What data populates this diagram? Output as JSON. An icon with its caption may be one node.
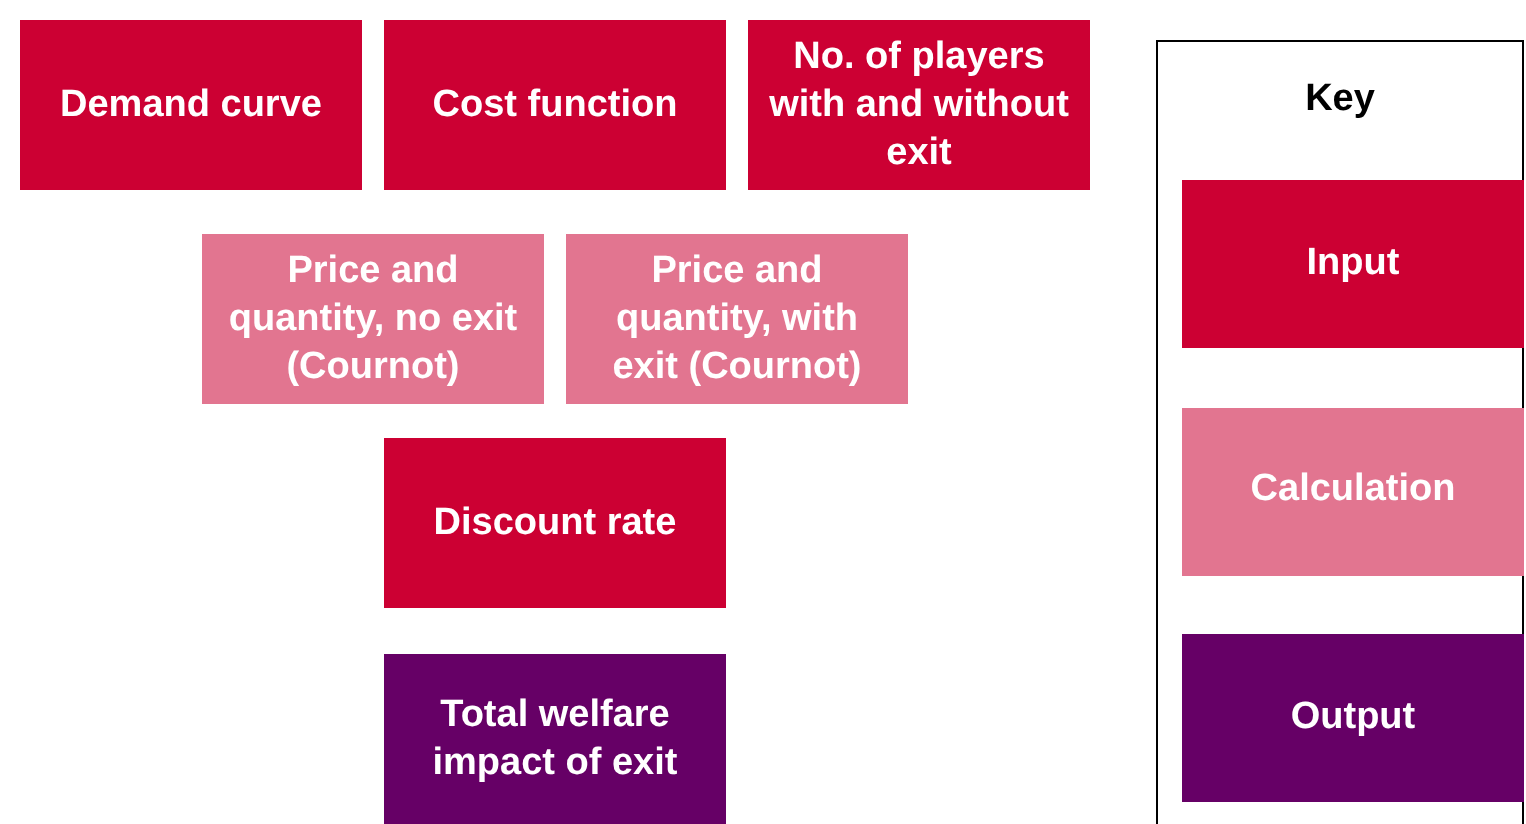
{
  "diagram": {
    "nodes": [
      {
        "text": [
          "Demand curve"
        ]
      },
      {
        "text": [
          "Cost function"
        ]
      },
      {
        "text": [
          "No. of players with and without exit"
        ]
      },
      {
        "text": [
          "Price and quantity, no exit (Cournot)"
        ]
      },
      {
        "text": [
          "Price and quantity, with exit (Cournot)"
        ]
      },
      {
        "text": [
          "Discount rate"
        ]
      },
      {
        "text": [
          "Total welfare impact of exit"
        ]
      }
    ],
    "edges": [],
    "labels": [
      "Key"
    ],
    "legend": [
      {
        "text": "Input",
        "color": "#cc0033"
      },
      {
        "text": "Calculation",
        "color": "#e27590"
      },
      {
        "text": "Output",
        "color": "#660066"
      }
    ]
  }
}
